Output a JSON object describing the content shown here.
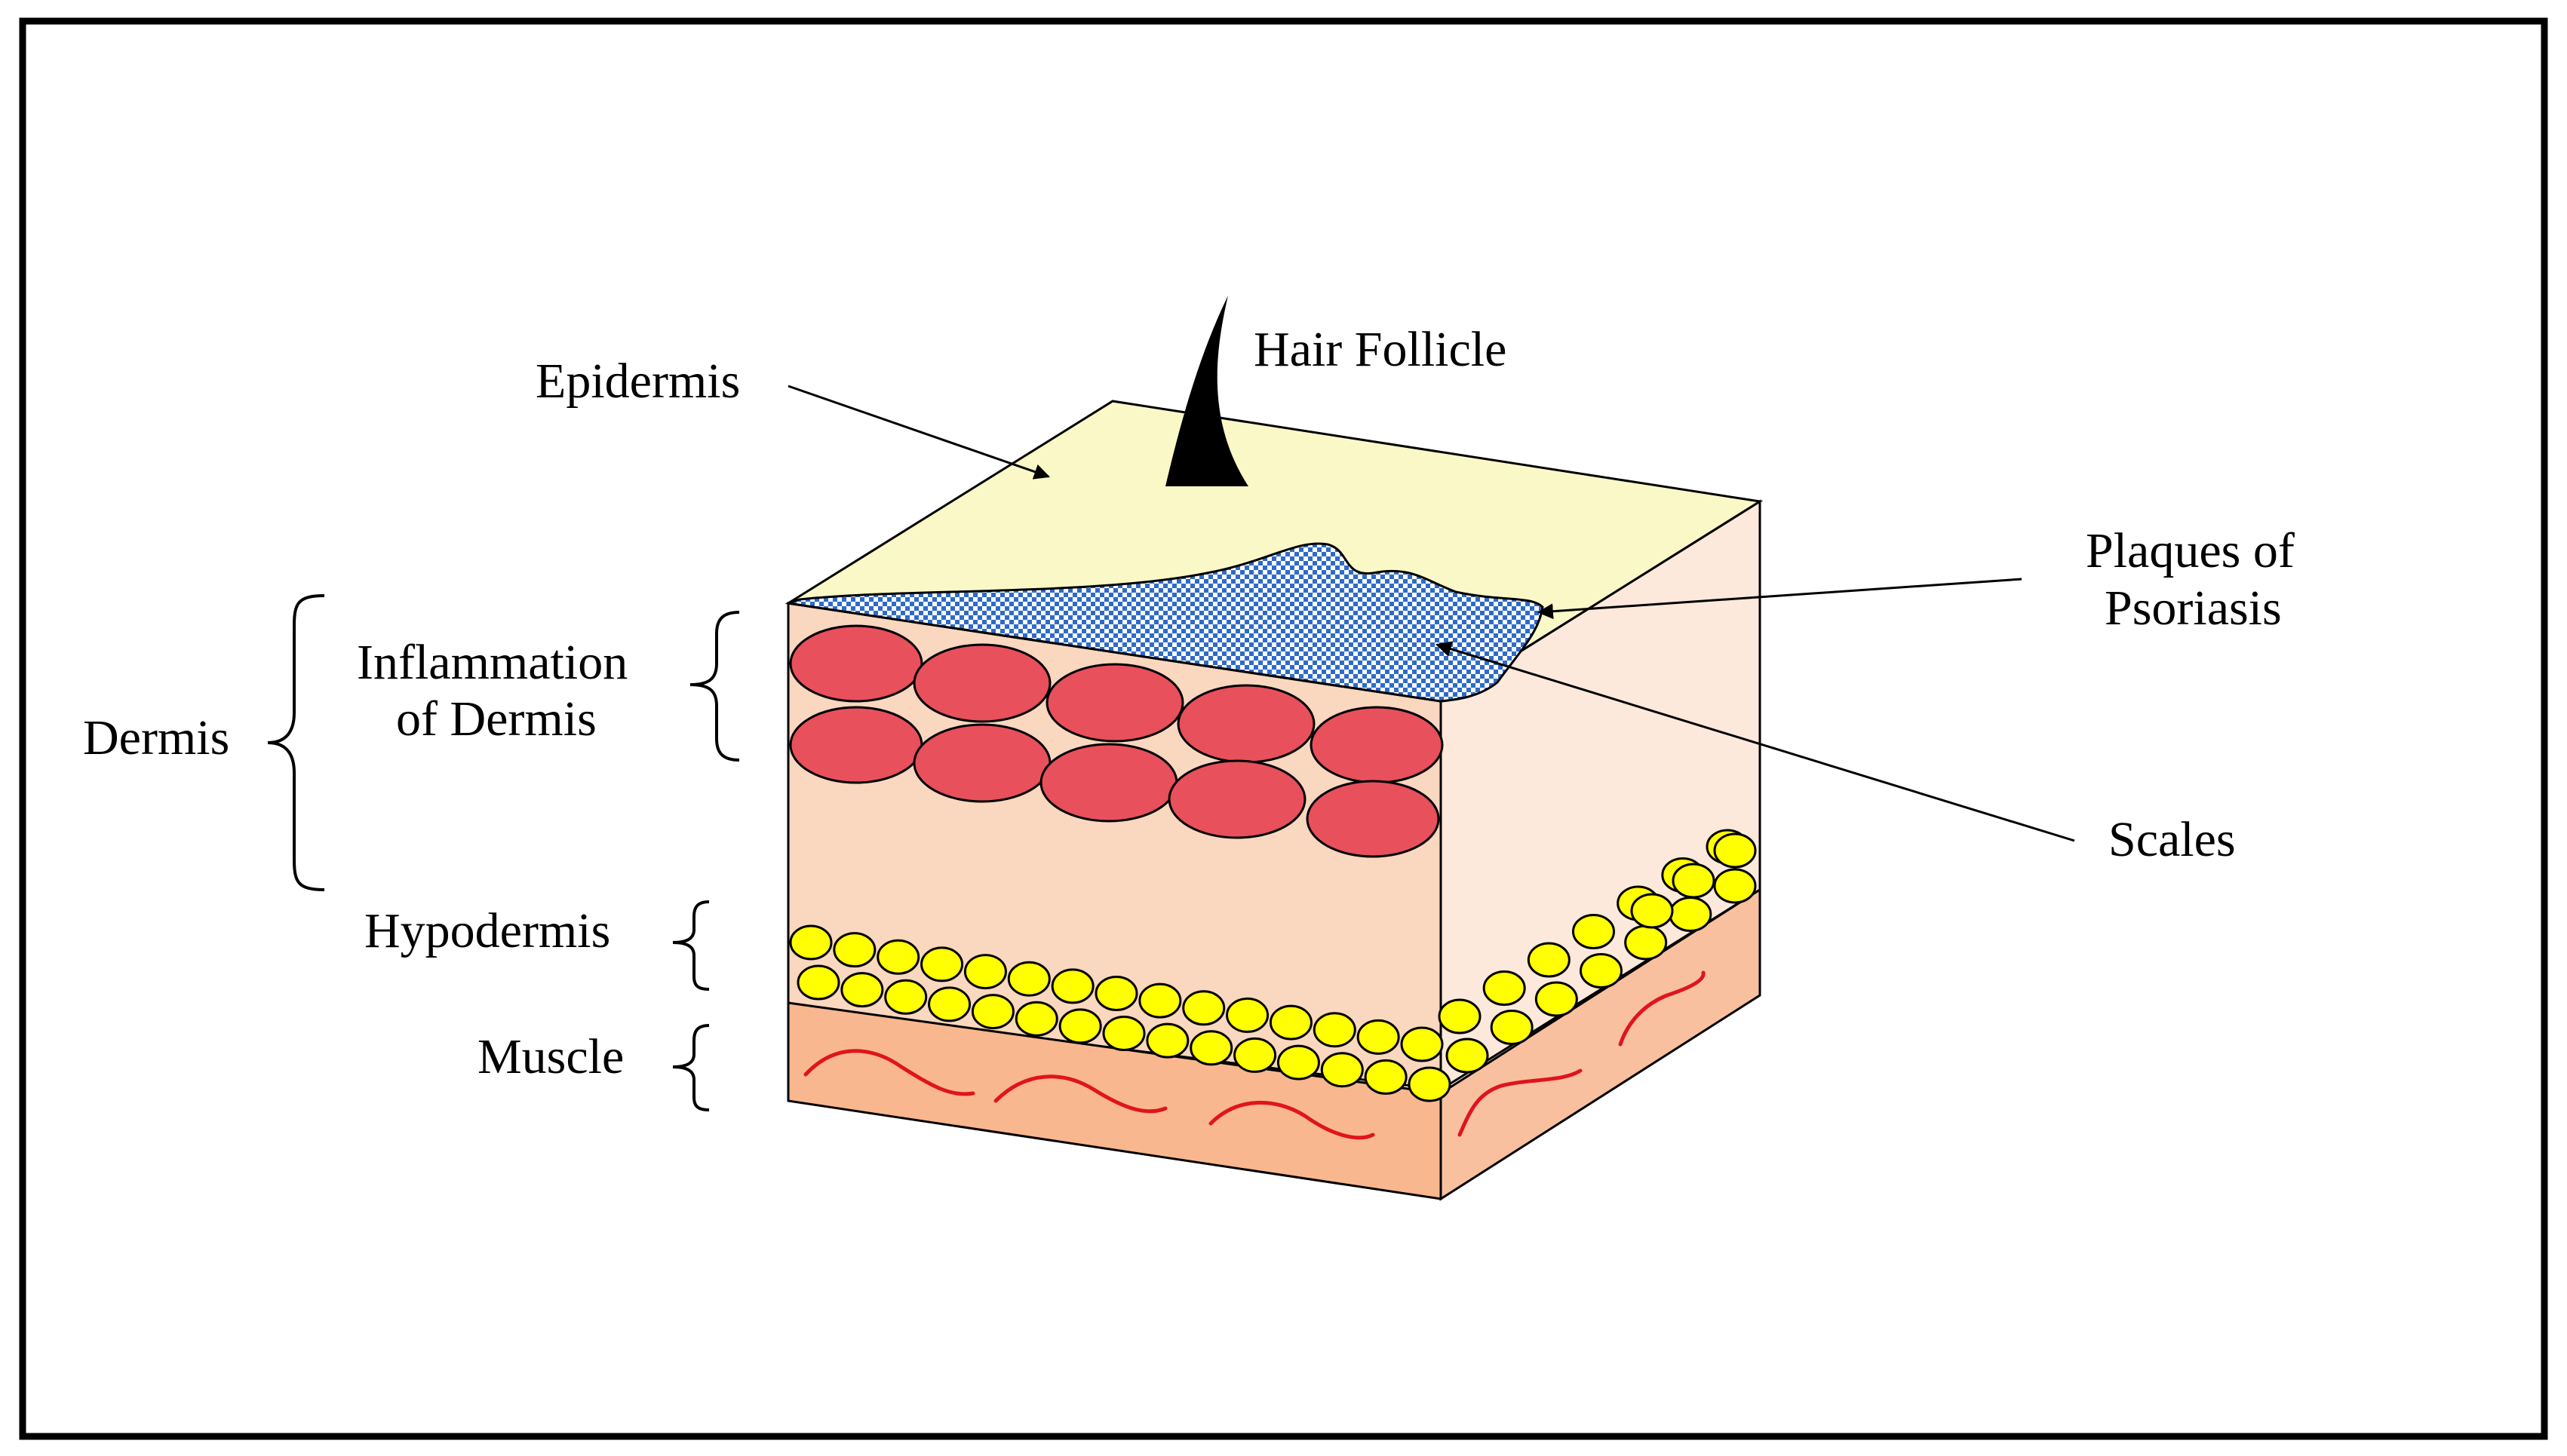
{
  "labels": {
    "epidermis": "Epidermis",
    "hair_follicle": "Hair Follicle",
    "plaques_line1": "Plaques of",
    "plaques_line2": "Psoriasis",
    "dermis": "Dermis",
    "inflammation_line1": "Inflammation",
    "inflammation_line2": "of Dermis",
    "scales": "Scales",
    "hypodermis": "Hypodermis",
    "muscle": "Muscle"
  },
  "colors": {
    "frame": "#000000",
    "epidermis_top": "#fbf8c8",
    "dermis_front": "#fad7bf",
    "dermis_side": "#fde9dc",
    "muscle_front": "#f9b78f",
    "muscle_side": "#f8c09f",
    "inflamed_cells": "#e8505c",
    "fat_cells": "#ffff00",
    "muscle_fibers": "#e0141e",
    "plaque_blue": "#2e6bc9",
    "plaque_light": "#ffffff",
    "hair": "#000000"
  }
}
